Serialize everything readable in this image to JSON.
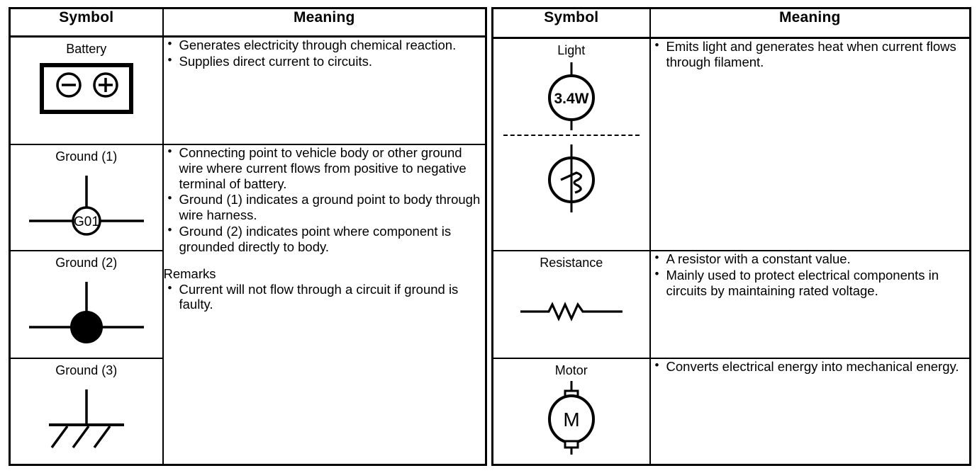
{
  "document": {
    "type": "electrical-symbol-legend",
    "colors": {
      "ink": "#000000",
      "paper": "#ffffff"
    }
  },
  "tables": [
    {
      "id": "left-table",
      "headers": {
        "symbol": "Symbol",
        "meaning": "Meaning"
      },
      "rows": [
        {
          "id": "battery",
          "symbol_label": "Battery",
          "symbol_icon": "battery-icon",
          "symbol_marks": {
            "negative": "⊖",
            "positive": "⊕"
          },
          "bullets": [
            "Generates electricity through chemical reaction.",
            "Supplies direct current to circuits."
          ]
        },
        {
          "id": "ground-1",
          "symbol_label": "Ground (1)",
          "symbol_icon": "ground-circle-icon",
          "symbol_code": "G01",
          "bullets": [
            "Connecting point to vehicle body or other ground wire where current flows from positive to negative terminal of battery.",
            "Ground (1) indicates a ground point to body through wire harness.",
            "Ground (2) indicates point where component is grounded directly to body."
          ],
          "remarks_heading": "Remarks",
          "remarks_bullets": [
            "Current will not flow through a circuit if ground is faulty."
          ]
        },
        {
          "id": "ground-2",
          "symbol_label": "Ground (2)",
          "symbol_icon": "ground-dot-icon"
        },
        {
          "id": "ground-3",
          "symbol_label": "Ground (3)",
          "symbol_icon": "chassis-ground-icon"
        }
      ]
    },
    {
      "id": "right-table",
      "headers": {
        "symbol": "Symbol",
        "meaning": "Meaning"
      },
      "rows": [
        {
          "id": "light",
          "symbol_label": "Light",
          "symbol_icon": "lamp-icon",
          "symbol_rating": "3.4W",
          "symbol_icon_alt": "filament-lamp-icon",
          "divider": "dashed",
          "bullets": [
            "Emits light and generates heat when current flows through filament."
          ]
        },
        {
          "id": "resistance",
          "symbol_label": "Resistance",
          "symbol_icon": "resistor-icon",
          "bullets": [
            "A resistor with a constant value.",
            "Mainly used to protect electrical components in circuits by maintaining rated voltage."
          ]
        },
        {
          "id": "motor",
          "symbol_label": "Motor",
          "symbol_icon": "motor-icon",
          "symbol_code": "M",
          "bullets": [
            "Converts electrical energy into mechanical energy."
          ]
        }
      ]
    }
  ]
}
